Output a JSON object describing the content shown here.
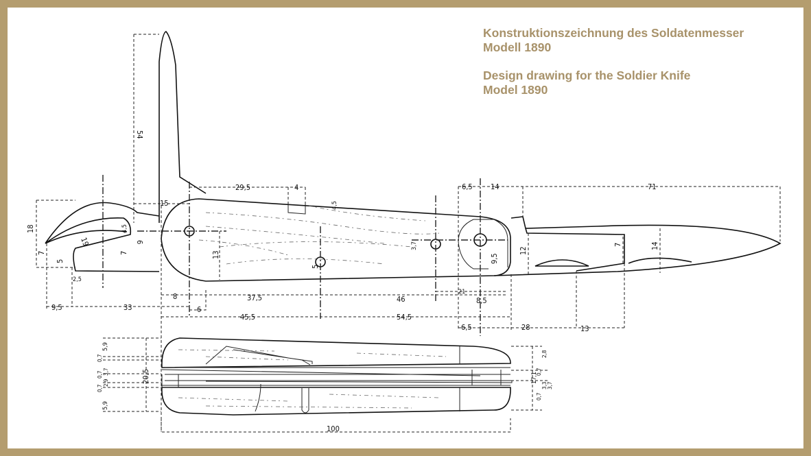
{
  "title": {
    "german_line1": "Konstruktionszeichnung des Soldatenmesser",
    "german_line2": "Modell 1890",
    "english_line1": "Design drawing for the Soldier Knife",
    "english_line2": "Model 1890"
  },
  "colors": {
    "frame": "#b49d6f",
    "title_text": "#a8926a"
  },
  "side_view_dimensions": [
    "54",
    "29,5",
    "4",
    "15",
    "18",
    "7",
    "5",
    "19",
    "2,5",
    "7",
    "4,5",
    "6",
    "13",
    "9,5",
    "33",
    "8",
    "6",
    "37,5",
    "45,5",
    "46",
    "54,5",
    "6,5",
    "14",
    "71",
    "12",
    "7",
    "14",
    "9,5",
    "21",
    "8,5",
    "6,5",
    "28",
    "13",
    "3,7",
    "5",
    "4,5"
  ],
  "top_view_dimensions": [
    "100",
    "20,5",
    "5,9",
    "0,7",
    "3,7",
    "0,7",
    "2,9",
    "0,7",
    "5,9",
    "17,1",
    "2,8",
    "0,7",
    "3,3",
    "3,7",
    "0,7"
  ]
}
